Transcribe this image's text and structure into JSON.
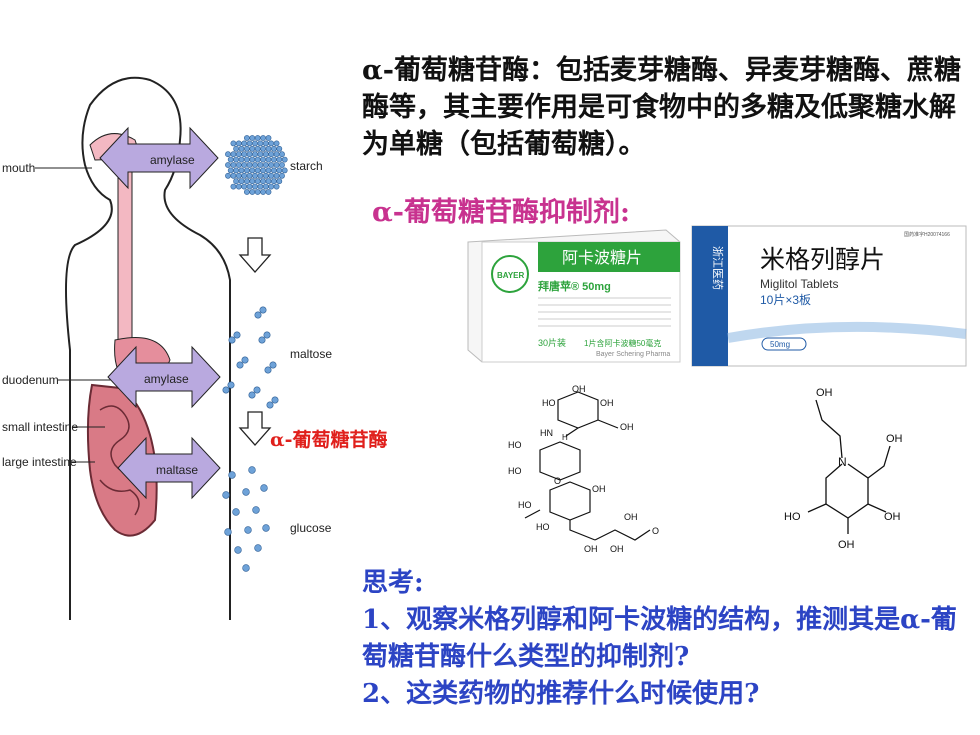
{
  "text": {
    "intro": "α-葡萄糖苷酶：包括麦芽糖酶、异麦芽糖酶、蔗糖酶等，其主要作用是可食物中的多糖及低聚糖水解为单糖（包括葡萄糖）。",
    "inhibitor_title": "α-葡萄糖苷酶抑制剂:",
    "enzyme_label": "α-葡萄糖苷酶",
    "think_title": "思考:",
    "question1": "1、观察米格列醇和阿卡波糖的结构，推测其是α-葡萄糖苷酶什么类型的抑制剂?",
    "question2": "2、这类药物的推荐什么时候使用?"
  },
  "diagram": {
    "mouth": "mouth",
    "duodenum": "duodenum",
    "small_intestine": "small intestine",
    "large_intestine": "large intestine",
    "amylase_top": "amylase",
    "amylase_mid": "amylase",
    "maltase": "maltase",
    "starch": "starch",
    "maltose": "maltose",
    "glucose": "glucose"
  },
  "acarbose_box": {
    "brand": "BAYER",
    "name": "阿卡波糖片",
    "product": "拜唐苹® 50mg",
    "count": "30片装",
    "dose": "1片含阿卡波糖50毫克",
    "maker": "Bayer Schering Pharma"
  },
  "miglitol_box": {
    "company": "浙江医药",
    "approval": "国药准字H20074166",
    "name": "米格列醇片",
    "english": "Miglitol Tablets",
    "spec": "10片×3板",
    "dose": "50mg"
  },
  "structure_labels": {
    "ho": "HO",
    "oh": "OH",
    "o": "O",
    "n": "N",
    "hn": "HN",
    "h": "H"
  },
  "colors": {
    "arrow_fill": "#b9a9df",
    "starch_dot": "#6ea2d8",
    "intro_text": "#111111",
    "inhibitor_title": "#c8328f",
    "enzyme_label": "#e0201c",
    "think_text": "#2c44c4",
    "acarbose_green": "#2da33c",
    "miglitol_blue": "#1f5aa6"
  }
}
